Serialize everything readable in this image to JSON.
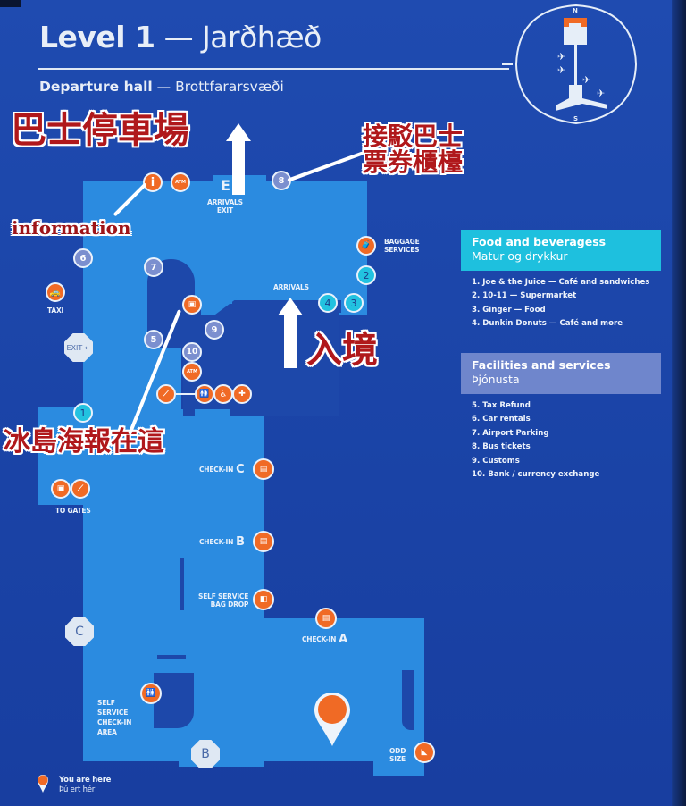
{
  "header": {
    "title_level": "Level 1",
    "title_dash": " — ",
    "title_local": "Jarðhæð",
    "subtitle_en": "Departure hall",
    "subtitle_dash": " — ",
    "subtitle_local": "Brottfararsvæði"
  },
  "compass": {
    "north": "N",
    "south": "S"
  },
  "annotations": {
    "bus_parking": "巴士停車場",
    "shuttle_ticket_line1": "接駁巴士",
    "shuttle_ticket_line2": "票券櫃檯",
    "information": "information",
    "arrivals_zh": "入境",
    "iceland_poster": "冰島海報在這"
  },
  "map_labels": {
    "exit_e_letter": "E",
    "arrivals_exit": "ARRIVALS",
    "arrivals_exit2": "EXIT",
    "arrivals": "ARRIVALS",
    "baggage_services_1": "BAGGAGE",
    "baggage_services_2": "SERVICES",
    "taxi": "TAXI",
    "exit_sign": "EXIT ←",
    "to_gates": "TO GATES",
    "checkin_c": "CHECK-IN",
    "checkin_c_letter": "C",
    "checkin_b": "CHECK-IN",
    "checkin_b_letter": "B",
    "self_service_bag_drop_1": "SELF SERVICE",
    "self_service_bag_drop_2": "BAG DROP",
    "checkin_a": "CHECK-IN",
    "checkin_a_letter": "A",
    "self_service_checkin_1": "SELF",
    "self_service_checkin_2": "SERVICE",
    "self_service_checkin_3": "CHECK-IN",
    "self_service_checkin_4": "AREA",
    "odd_size_1": "ODD",
    "odd_size_2": "SIZE",
    "door_c": "C",
    "door_b": "B",
    "atm": "ATM",
    "info_i": "i"
  },
  "markers": {
    "m1": "1",
    "m2": "2",
    "m3": "3",
    "m4": "4",
    "m5": "5",
    "m6": "6",
    "m7": "7",
    "m8": "8",
    "m9": "9",
    "m10": "10"
  },
  "legend": {
    "you_are_here_en": "You are here",
    "you_are_here_local": "Þú ert hér"
  },
  "food_panel": {
    "title_en": "Food and beveragess",
    "title_local": "Matur og drykkur",
    "color": "#1ec0de",
    "items": [
      "1. Joe & the Juice — Café and sandwiches",
      "2. 10-11 — Supermarket",
      "3. Ginger — Food",
      "4. Dunkin Donuts — Café and more"
    ]
  },
  "facilities_panel": {
    "title_en": "Facilities and services",
    "title_local": "Þjónusta",
    "color": "#6f86cc",
    "items": [
      "5. Tax Refund",
      "6. Car rentals",
      "7. Airport Parking",
      "8. Bus tickets",
      "9. Customs",
      "10. Bank / currency exchange"
    ]
  },
  "colors": {
    "background": "#1f4bb0",
    "floor": "#2b8be0",
    "accent_orange": "#f06a25",
    "service_marker": "#7b8fcf",
    "food_marker": "#22c2e0",
    "annotation_red": "#b0181b"
  }
}
